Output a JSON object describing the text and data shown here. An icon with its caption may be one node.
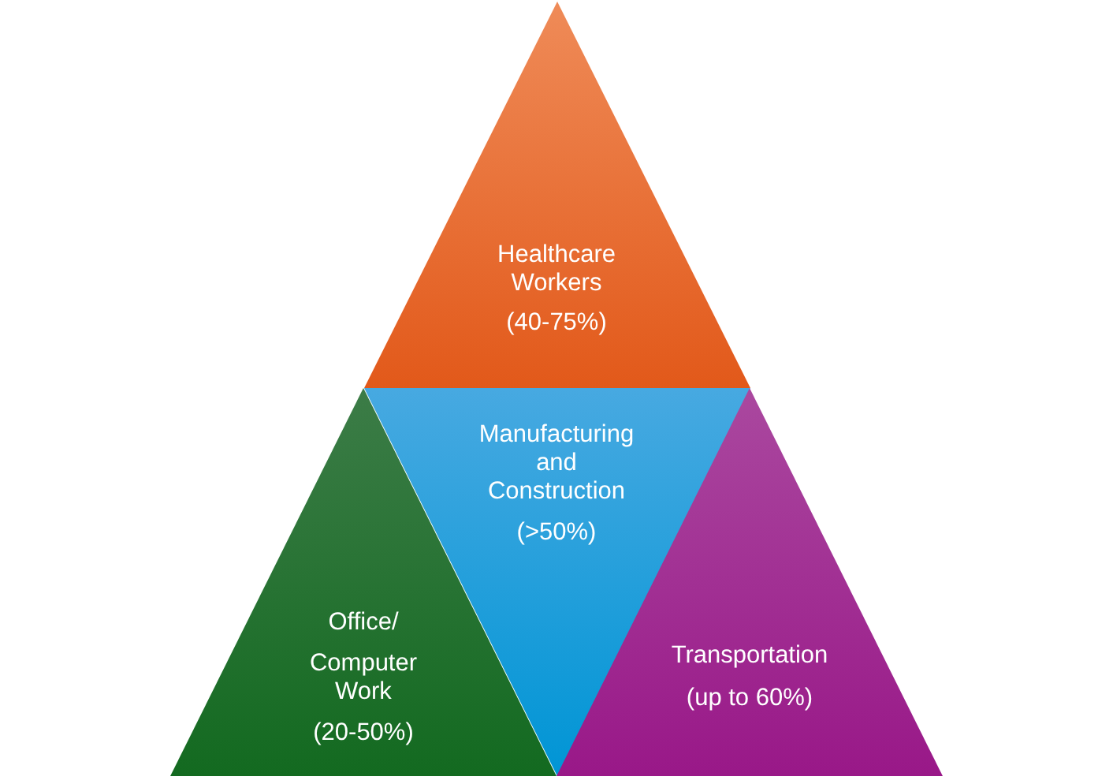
{
  "diagram": {
    "nodes": [
      {
        "text": [
          "Healthcare Workers",
          "(40-75%)"
        ]
      },
      {
        "text": [
          "Manufacturing and Construction",
          "(>50%)"
        ]
      },
      {
        "text": [
          "Office/",
          "Computer Work",
          "(20-50%)"
        ]
      },
      {
        "text": [
          "Transportation",
          "(up to 60%)"
        ]
      }
    ]
  }
}
